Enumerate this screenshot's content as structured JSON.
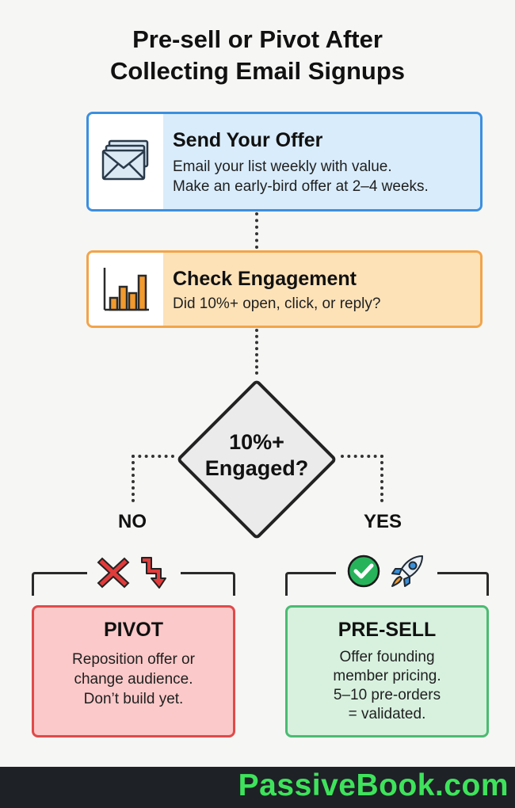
{
  "title": {
    "line1": "Pre-sell or Pivot After",
    "line2": "Collecting Email Signups"
  },
  "steps": [
    {
      "icon": "envelopes-icon",
      "title": "Send Your Offer",
      "lines": [
        "Email your list weekly with value.",
        "Make an early-bird offer at 2–4 weeks."
      ],
      "accent": "#3b8fe0",
      "fill": "#d9ecfb"
    },
    {
      "icon": "bar-chart-icon",
      "title": "Check Engagement",
      "lines": [
        "Did 10%+ open, click, or reply?"
      ],
      "accent": "#f2a44a",
      "fill": "#fde2b8"
    }
  ],
  "decision": {
    "line1": "10%+",
    "line2": "Engaged?"
  },
  "branches": {
    "no": {
      "label": "NO",
      "icons": [
        "red-x-icon",
        "pivot-arrow-icon"
      ],
      "title": "PIVOT",
      "lines": [
        "Reposition offer or",
        "change audience.",
        "Don’t build yet."
      ],
      "accent": "#e04a4a",
      "fill": "#fbc9c9"
    },
    "yes": {
      "label": "YES",
      "icons": [
        "green-check-icon",
        "rocket-icon"
      ],
      "title": "PRE-SELL",
      "lines": [
        "Offer founding",
        "member pricing.",
        "5–10 pre-orders",
        "= validated."
      ],
      "accent": "#4bbb72",
      "fill": "#d8f1df"
    }
  },
  "footer": {
    "brand": "PassiveBook.com",
    "brand_color": "#3ee35b"
  }
}
